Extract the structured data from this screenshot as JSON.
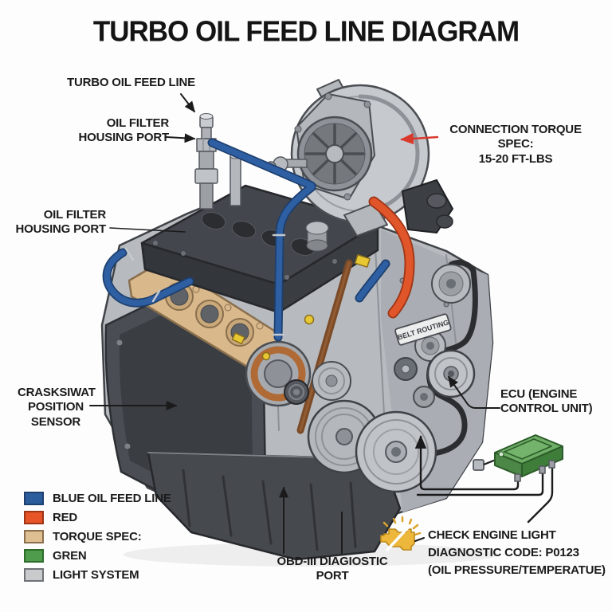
{
  "title": "TURBO OIL FEED LINE DIAGRAM",
  "callouts": {
    "turbo_oil_feed_line": "TURBO OIL FEED LINE",
    "oil_filter_housing_port_top": "OIL FILTER\nHOUSING PORT",
    "connection_torque_spec": "CONNECTION TORQUE SPEC:\n15-20 FT-LBS",
    "oil_filter_housing_port_left": "OIL FILTER\nHOUSING PORT",
    "crankshaft_position_sensor": "CRASKSIWAT\nPOSITION\nSENSOR",
    "ecu": "ECU (ENGINE\nCONTROL UNIT)",
    "obd_port": "OBD-III DIAGIOSTIC PORT",
    "check_engine": "CHECK ENGINE LIGHT\nDIAGNOSTIC CODE: P0123\n(OIL PRESSURE/TEMPERATUE)",
    "belt_routing": "BELT ROUTING"
  },
  "legend": {
    "items": [
      {
        "label": "BLUE OIL FEED LINE",
        "color": "#2b5d9c",
        "border": "#1d3f6e"
      },
      {
        "label": "RED",
        "color": "#e65427",
        "border": "#9c3415"
      },
      {
        "label": "TORQUE SPEC:",
        "color": "#debf92",
        "border": "#8a6f4d"
      },
      {
        "label": "GREN",
        "color": "#4f9d4c",
        "border": "#2c6b2a"
      },
      {
        "label": "LIGHT SYSTEM",
        "color": "#c8cacc",
        "border": "#6e7276"
      }
    ]
  },
  "colors": {
    "oil_feed_line_blue": "#2e5fa3",
    "hose_orange": "#e0552a",
    "manifold_tan": "#d9b98c",
    "ecu_green": "#5a9e53",
    "engine_gray": "#b7bbc0",
    "arrow_red": "#d9392b",
    "check_engine_amber": "#ecb73a"
  }
}
